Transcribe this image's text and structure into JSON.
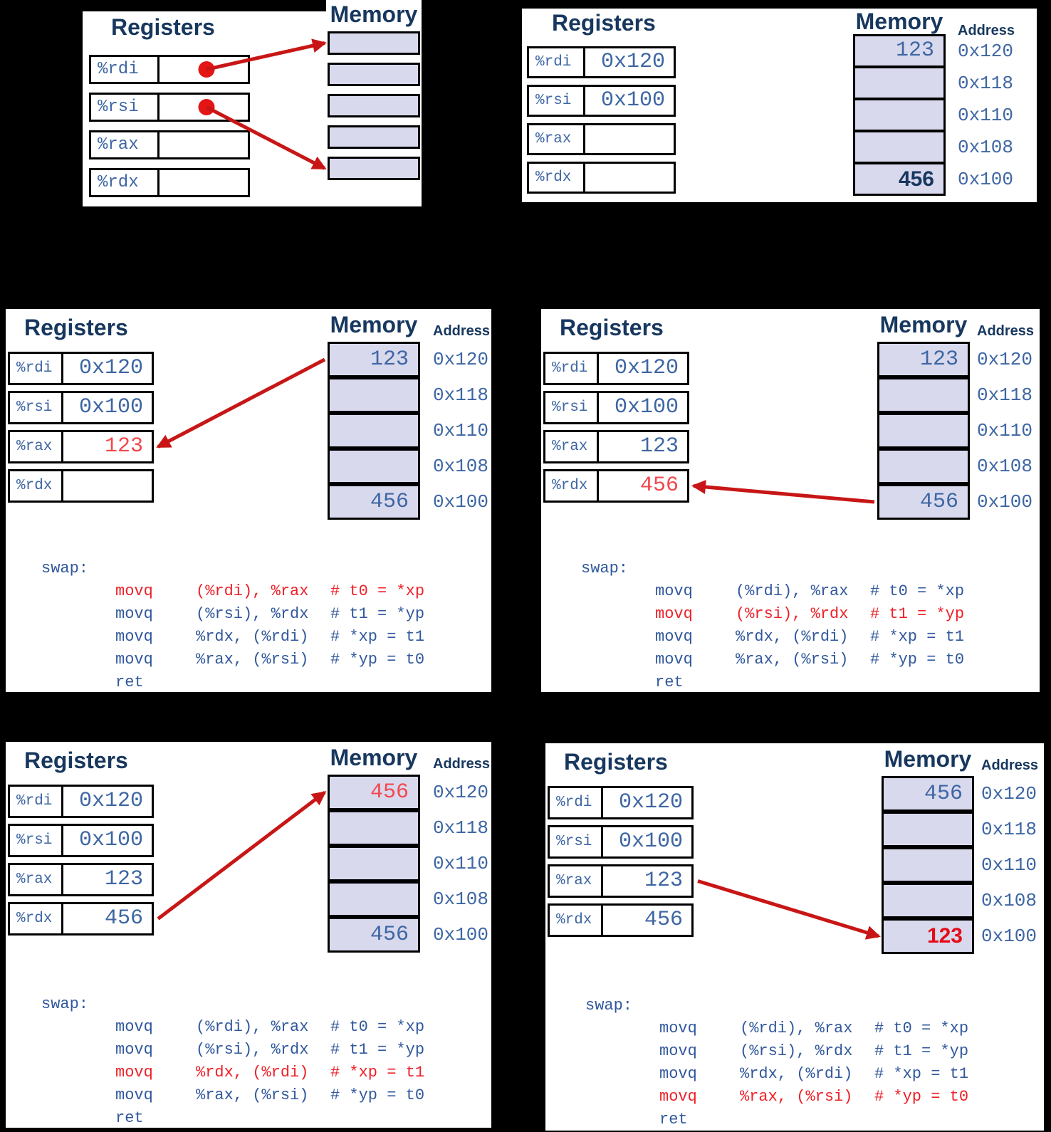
{
  "colors": {
    "background": "#000000",
    "panel_bg": "#ffffff",
    "title_navy": "#17375e",
    "mono_blue": "#3d66a3",
    "code_blue": "#31589c",
    "code_red": "#ee2028",
    "value_red": "#f2484c",
    "new_value_navy": "#17375e",
    "new_value_red": "#e40c18",
    "memory_cell_fill": "#d9d9ee",
    "arrow_red": "#c81616",
    "pointer_dot_red": "#e31515"
  },
  "labels": {
    "registers_title": "Registers",
    "memory_title": "Memory",
    "address_header": "Address",
    "function_label": "swap:",
    "return_instruction": "ret"
  },
  "addresses": [
    "0x120",
    "0x118",
    "0x110",
    "0x108",
    "0x100"
  ],
  "code_instructions": [
    {
      "mnemonic": "movq",
      "operands": "(%rdi), %rax",
      "comment": "# t0 = *xp"
    },
    {
      "mnemonic": "movq",
      "operands": "(%rsi), %rdx",
      "comment": "# t1 = *yp"
    },
    {
      "mnemonic": "movq",
      "operands": "%rdx, (%rdi)",
      "comment": "# *xp = t1"
    },
    {
      "mnemonic": "movq",
      "operands": "%rax, (%rsi)",
      "comment": "# *yp = t0"
    }
  ],
  "panels": [
    {
      "id": "initial-pointers",
      "registers": [
        {
          "name": "%rdi",
          "value": "",
          "style": "blue"
        },
        {
          "name": "%rsi",
          "value": "",
          "style": "blue"
        },
        {
          "name": "%rax",
          "value": "",
          "style": "blue"
        },
        {
          "name": "%rdx",
          "value": "",
          "style": "blue"
        }
      ],
      "memory": [
        {
          "value": "",
          "style": "blue"
        },
        {
          "value": "",
          "style": "blue"
        },
        {
          "value": "",
          "style": "blue"
        },
        {
          "value": "",
          "style": "blue"
        },
        {
          "value": "",
          "style": "blue"
        }
      ],
      "show_addresses": false,
      "pointer_dots": [
        0,
        1
      ],
      "arrows": [
        {
          "from": "dot-0",
          "to": "mem-0"
        },
        {
          "from": "dot-1",
          "to": "mem-4"
        }
      ]
    },
    {
      "id": "initial-values",
      "registers": [
        {
          "name": "%rdi",
          "value": "0x120",
          "style": "blue"
        },
        {
          "name": "%rsi",
          "value": "0x100",
          "style": "blue"
        },
        {
          "name": "%rax",
          "value": "",
          "style": "blue"
        },
        {
          "name": "%rdx",
          "value": "",
          "style": "blue"
        }
      ],
      "memory": [
        {
          "value": "123",
          "style": "blue"
        },
        {
          "value": "",
          "style": "blue"
        },
        {
          "value": "",
          "style": "blue"
        },
        {
          "value": "",
          "style": "blue"
        },
        {
          "value": "456",
          "style": "navy-bold"
        }
      ],
      "show_addresses": true,
      "pointer_dots": [],
      "arrows": []
    },
    {
      "id": "step1-load-rax",
      "registers": [
        {
          "name": "%rdi",
          "value": "0x120",
          "style": "blue"
        },
        {
          "name": "%rsi",
          "value": "0x100",
          "style": "blue"
        },
        {
          "name": "%rax",
          "value": "123",
          "style": "red"
        },
        {
          "name": "%rdx",
          "value": "",
          "style": "blue"
        }
      ],
      "memory": [
        {
          "value": "123",
          "style": "blue"
        },
        {
          "value": "",
          "style": "blue"
        },
        {
          "value": "",
          "style": "blue"
        },
        {
          "value": "",
          "style": "blue"
        },
        {
          "value": "456",
          "style": "blue"
        }
      ],
      "show_addresses": true,
      "pointer_dots": [],
      "arrows": [
        {
          "from": "mem-0",
          "to": "reg-2"
        }
      ],
      "code": {
        "highlight": 0
      }
    },
    {
      "id": "step2-load-rdx",
      "registers": [
        {
          "name": "%rdi",
          "value": "0x120",
          "style": "blue"
        },
        {
          "name": "%rsi",
          "value": "0x100",
          "style": "blue"
        },
        {
          "name": "%rax",
          "value": "123",
          "style": "blue"
        },
        {
          "name": "%rdx",
          "value": "456",
          "style": "red"
        }
      ],
      "memory": [
        {
          "value": "123",
          "style": "blue"
        },
        {
          "value": "",
          "style": "blue"
        },
        {
          "value": "",
          "style": "blue"
        },
        {
          "value": "",
          "style": "blue"
        },
        {
          "value": "456",
          "style": "blue"
        }
      ],
      "show_addresses": true,
      "pointer_dots": [],
      "arrows": [
        {
          "from": "mem-4",
          "to": "reg-3"
        }
      ],
      "code": {
        "highlight": 1
      }
    },
    {
      "id": "step3-store-xp",
      "registers": [
        {
          "name": "%rdi",
          "value": "0x120",
          "style": "blue"
        },
        {
          "name": "%rsi",
          "value": "0x100",
          "style": "blue"
        },
        {
          "name": "%rax",
          "value": "123",
          "style": "blue"
        },
        {
          "name": "%rdx",
          "value": "456",
          "style": "blue"
        }
      ],
      "memory": [
        {
          "value": "456",
          "style": "red"
        },
        {
          "value": "",
          "style": "blue"
        },
        {
          "value": "",
          "style": "blue"
        },
        {
          "value": "",
          "style": "blue"
        },
        {
          "value": "456",
          "style": "blue"
        }
      ],
      "show_addresses": true,
      "pointer_dots": [],
      "arrows": [
        {
          "from": "reg-3",
          "to": "mem-0"
        }
      ],
      "code": {
        "highlight": 2
      }
    },
    {
      "id": "step4-store-yp",
      "registers": [
        {
          "name": "%rdi",
          "value": "0x120",
          "style": "blue"
        },
        {
          "name": "%rsi",
          "value": "0x100",
          "style": "blue"
        },
        {
          "name": "%rax",
          "value": "123",
          "style": "blue"
        },
        {
          "name": "%rdx",
          "value": "456",
          "style": "blue"
        }
      ],
      "memory": [
        {
          "value": "456",
          "style": "blue"
        },
        {
          "value": "",
          "style": "blue"
        },
        {
          "value": "",
          "style": "blue"
        },
        {
          "value": "",
          "style": "blue"
        },
        {
          "value": "123",
          "style": "red-bold"
        }
      ],
      "show_addresses": true,
      "pointer_dots": [],
      "arrows": [
        {
          "from": "reg-2",
          "to": "mem-4"
        }
      ],
      "code": {
        "highlight": 3
      }
    }
  ]
}
